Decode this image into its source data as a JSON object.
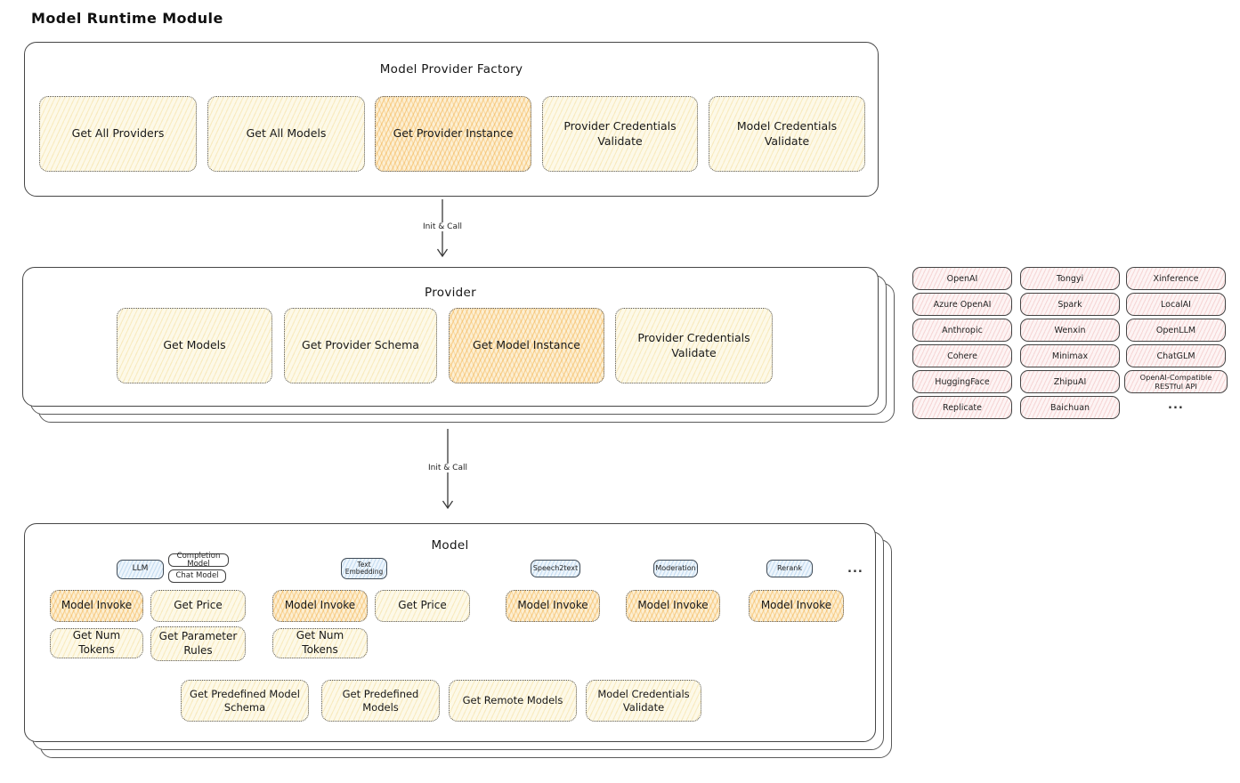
{
  "title": "Model Runtime Module",
  "factory": {
    "title": "Model Provider Factory",
    "boxes": [
      {
        "label": "Get All Providers",
        "highlighted": false
      },
      {
        "label": "Get All Models",
        "highlighted": false
      },
      {
        "label": "Get Provider Instance",
        "highlighted": true
      },
      {
        "label": "Provider Credentials Validate",
        "highlighted": false
      },
      {
        "label": "Model Credentials Validate",
        "highlighted": false
      }
    ]
  },
  "arrows": {
    "init_call_1": "Init & Call",
    "init_call_2": "Init & Call"
  },
  "provider": {
    "title": "Provider",
    "boxes": [
      {
        "label": "Get Models",
        "highlighted": false
      },
      {
        "label": "Get Provider Schema",
        "highlighted": false
      },
      {
        "label": "Get Model Instance",
        "highlighted": true
      },
      {
        "label": "Provider Credentials Validate",
        "highlighted": false
      }
    ]
  },
  "provider_grid": {
    "columns": [
      [
        "OpenAI",
        "Azure OpenAI",
        "Anthropic",
        "Cohere",
        "HuggingFace",
        "Replicate"
      ],
      [
        "Tongyi",
        "Spark",
        "Wenxin",
        "Minimax",
        "ZhipuAI",
        "Baichuan"
      ],
      [
        "Xinference",
        "LocalAI",
        "OpenLLM",
        "ChatGLM",
        "OpenAI-Compatible RESTful API"
      ]
    ],
    "ellipsis": "..."
  },
  "model": {
    "title": "Model",
    "ellipsis": "...",
    "columns": [
      {
        "chip": "LLM",
        "sub_chips": [
          "Completion Model",
          "Chat Model"
        ],
        "functions": [
          {
            "label": "Model Invoke",
            "highlighted": true
          },
          {
            "label": "Get Price",
            "highlighted": false
          },
          {
            "label": "Get Num Tokens",
            "highlighted": false
          },
          {
            "label": "Get Parameter Rules",
            "highlighted": false
          }
        ]
      },
      {
        "chip": "Text Embedding",
        "functions": [
          {
            "label": "Model Invoke",
            "highlighted": true
          },
          {
            "label": "Get Price",
            "highlighted": false
          },
          {
            "label": "Get Num Tokens",
            "highlighted": false
          }
        ]
      },
      {
        "chip": "Speech2text",
        "functions": [
          {
            "label": "Model Invoke",
            "highlighted": true
          }
        ]
      },
      {
        "chip": "Moderation",
        "functions": [
          {
            "label": "Model Invoke",
            "highlighted": true
          }
        ]
      },
      {
        "chip": "Rerank",
        "functions": [
          {
            "label": "Model Invoke",
            "highlighted": true
          }
        ]
      }
    ],
    "shared_functions": [
      "Get Predefined Model Schema",
      "Get Predefined Models",
      "Get Remote Models",
      "Model Credentials Validate"
    ]
  },
  "colors": {
    "highlight_orange": "#f2a634",
    "box_yellow": "#fdf9e8",
    "pill_pink": "#fdf4f4",
    "chip_blue": "#edf5fc",
    "stroke": "#464646"
  }
}
